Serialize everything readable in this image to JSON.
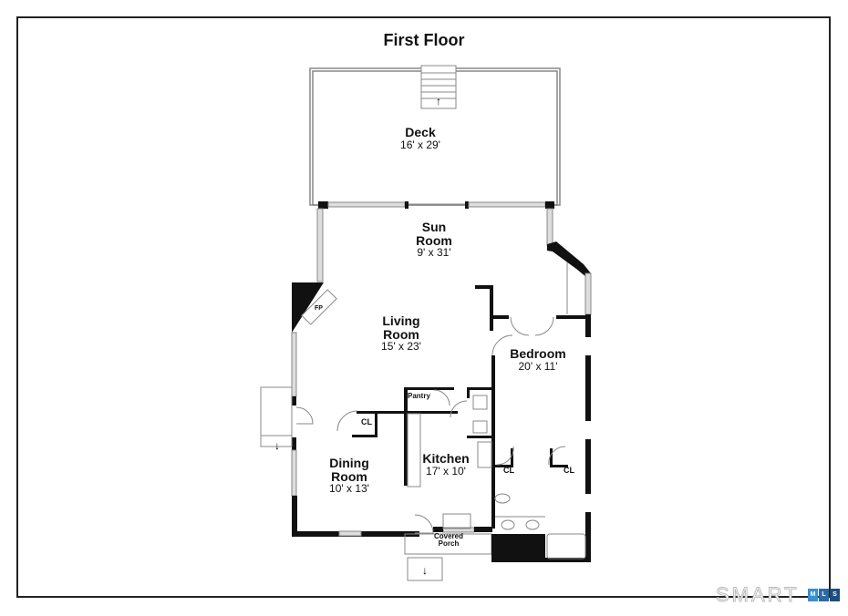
{
  "title": "First Floor",
  "rooms": {
    "deck": {
      "name": "Deck",
      "dims": "16' x 29'"
    },
    "sun_room": {
      "name": "Sun Room",
      "line1": "Sun",
      "line2": "Room",
      "dims": "9' x 31'"
    },
    "living_room": {
      "line1": "Living",
      "line2": "Room",
      "dims": "15' x 23'"
    },
    "bedroom": {
      "name": "Bedroom",
      "dims": "20' x 11'"
    },
    "dining_room": {
      "line1": "Dining",
      "line2": "Room",
      "dims": "10' x 13'"
    },
    "kitchen": {
      "name": "Kitchen",
      "dims": "17' x 10'"
    },
    "covered_porch": {
      "line1": "Covered",
      "line2": "Porch"
    }
  },
  "labels": {
    "fireplace": "FP",
    "pantry": "Pantry",
    "closet_dining": "CL",
    "closet_bed_left": "CL",
    "closet_bed_right": "CL"
  },
  "logo": {
    "text": "SMART",
    "badges": [
      "M",
      "L",
      "S"
    ]
  }
}
